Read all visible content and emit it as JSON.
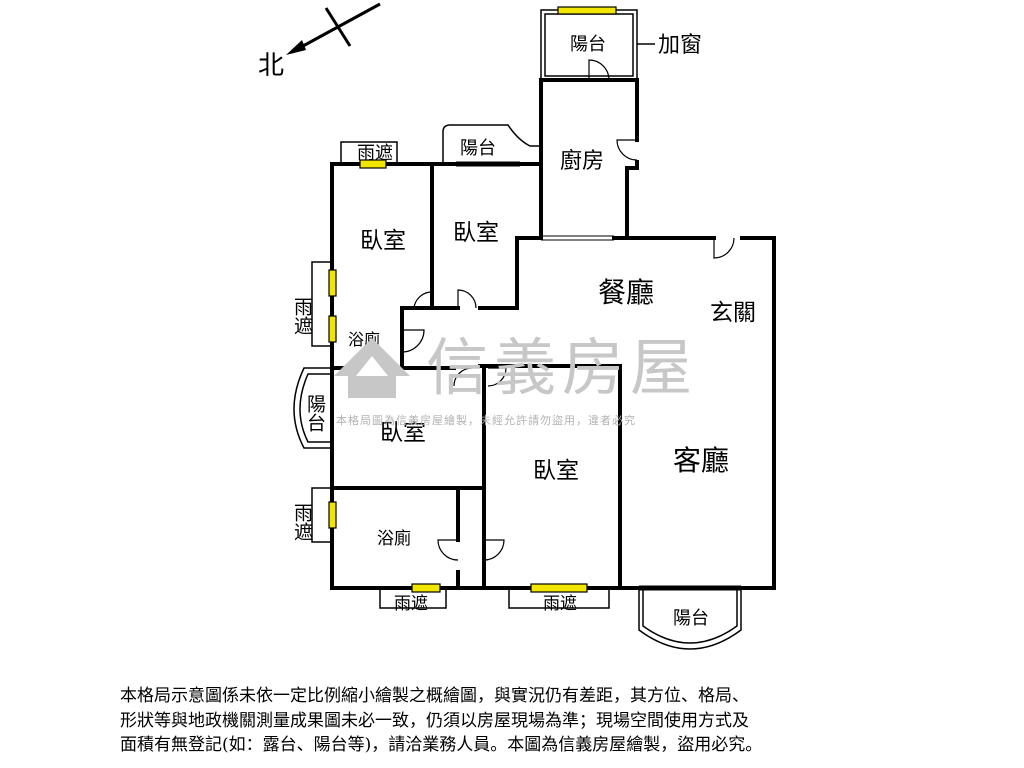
{
  "compass": {
    "label": "北"
  },
  "rooms": {
    "balcony_top": "陽台",
    "add_window": "加窗",
    "balcony_small": "陽台",
    "kitchen": "廚房",
    "canopy_top_left": "雨遮",
    "bedroom_nw": "臥室",
    "bedroom_n": "臥室",
    "canopy_left_upper": "雨遮",
    "bath_upper": "浴廁",
    "dining": "餐廳",
    "entrance": "玄關",
    "balcony_left": "陽台",
    "bedroom_w": "臥室",
    "bedroom_center": "臥室",
    "living": "客廳",
    "canopy_left_lower": "雨遮",
    "bath_lower": "浴廁",
    "canopy_bottom_left": "雨遮",
    "canopy_bottom_center": "雨遮",
    "balcony_bottom": "陽台"
  },
  "watermark": {
    "brand": "信義房屋",
    "notice": "本格局圖為信義房屋繪製，未經允許請勿盜用，違者必究"
  },
  "disclaimer": {
    "line1": "本格局示意圖係未依一定比例縮小繪製之概繪圖，與實況仍有差距，其方位、格局、",
    "line2": "形狀等與地政機關測量成果圖未必一致，仍須以房屋現場為準；現場空間使用方式及",
    "line3": "面積有無登記(如：露台、陽台等)，請洽業務人員。本圖為信義房屋繪製，盜用必究。"
  },
  "colors": {
    "wall": "#000000",
    "window": "#f2e600",
    "watermark": "#c7c7c7"
  }
}
